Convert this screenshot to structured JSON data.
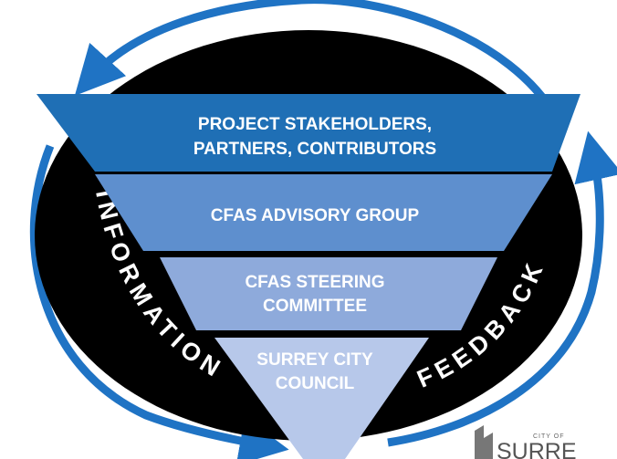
{
  "diagram": {
    "tiers": [
      {
        "lines": [
          "PROJECT STAKEHOLDERS,",
          "PARTNERS, CONTRIBUTORS"
        ],
        "color": "#1f6fb5"
      },
      {
        "lines": [
          "CFAS ADVISORY GROUP"
        ],
        "color": "#5e8fce"
      },
      {
        "lines": [
          "CFAS STEERING",
          "COMMITTEE"
        ],
        "color": "#8eaadb"
      },
      {
        "lines": [
          "SURREY CITY",
          "COUNCIL"
        ],
        "color": "#b7c8ea"
      }
    ],
    "left_arc_label": "INFORMATION",
    "right_arc_label": "FEEDBACK",
    "ring_color": "#000000",
    "arrow_color": "#1f73c4"
  },
  "logo": {
    "small_text": "CITY OF",
    "big_text": "SURRE"
  }
}
